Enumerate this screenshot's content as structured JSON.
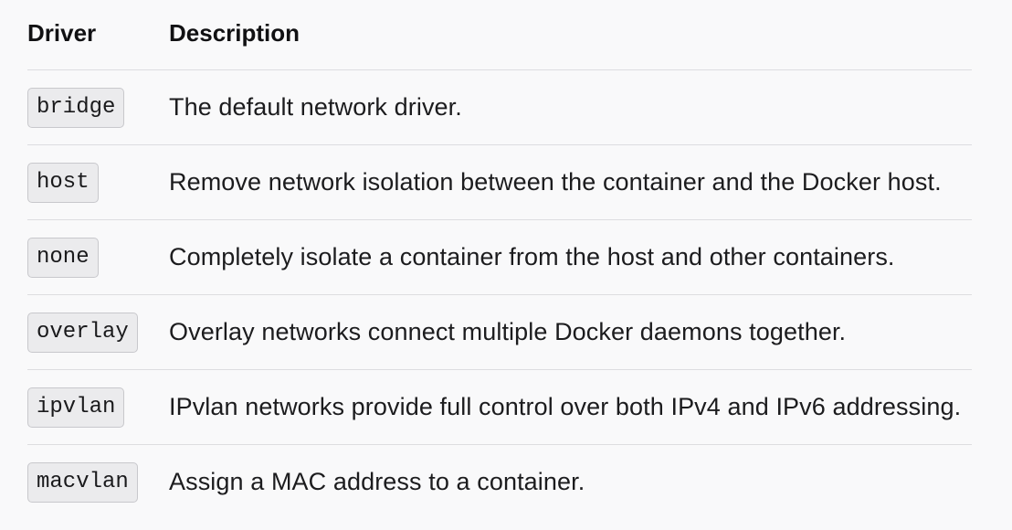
{
  "header": {
    "driver": "Driver",
    "description": "Description"
  },
  "rows": [
    {
      "driver": "bridge",
      "description": "The default network driver."
    },
    {
      "driver": "host",
      "description": "Remove network isolation between the container and the Docker host."
    },
    {
      "driver": "none",
      "description": "Completely isolate a container from the host and other containers."
    },
    {
      "driver": "overlay",
      "description": "Overlay networks connect multiple Docker daemons together."
    },
    {
      "driver": "ipvlan",
      "description": "IPvlan networks provide full control over both IPv4 and IPv6 addressing."
    },
    {
      "driver": "macvlan",
      "description": "Assign a MAC address to a container."
    }
  ]
}
